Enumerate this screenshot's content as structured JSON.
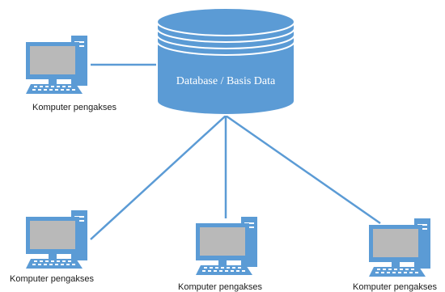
{
  "database": {
    "label": "Database / Basis Data",
    "fill": "#5b9bd5",
    "stroke": "#ffffff"
  },
  "connection_color": "#5b9bd5",
  "computer_colors": {
    "body": "#5b9bd5",
    "screen": "#b9b9b9",
    "keyboard": "#ffffff"
  },
  "computers": [
    {
      "id": "top-left",
      "label": "Komputer pengakses"
    },
    {
      "id": "bottom-left",
      "label": "Komputer pengakses"
    },
    {
      "id": "bottom-center",
      "label": "Komputer pengakses"
    },
    {
      "id": "bottom-right",
      "label": "Komputer pengakses"
    }
  ]
}
